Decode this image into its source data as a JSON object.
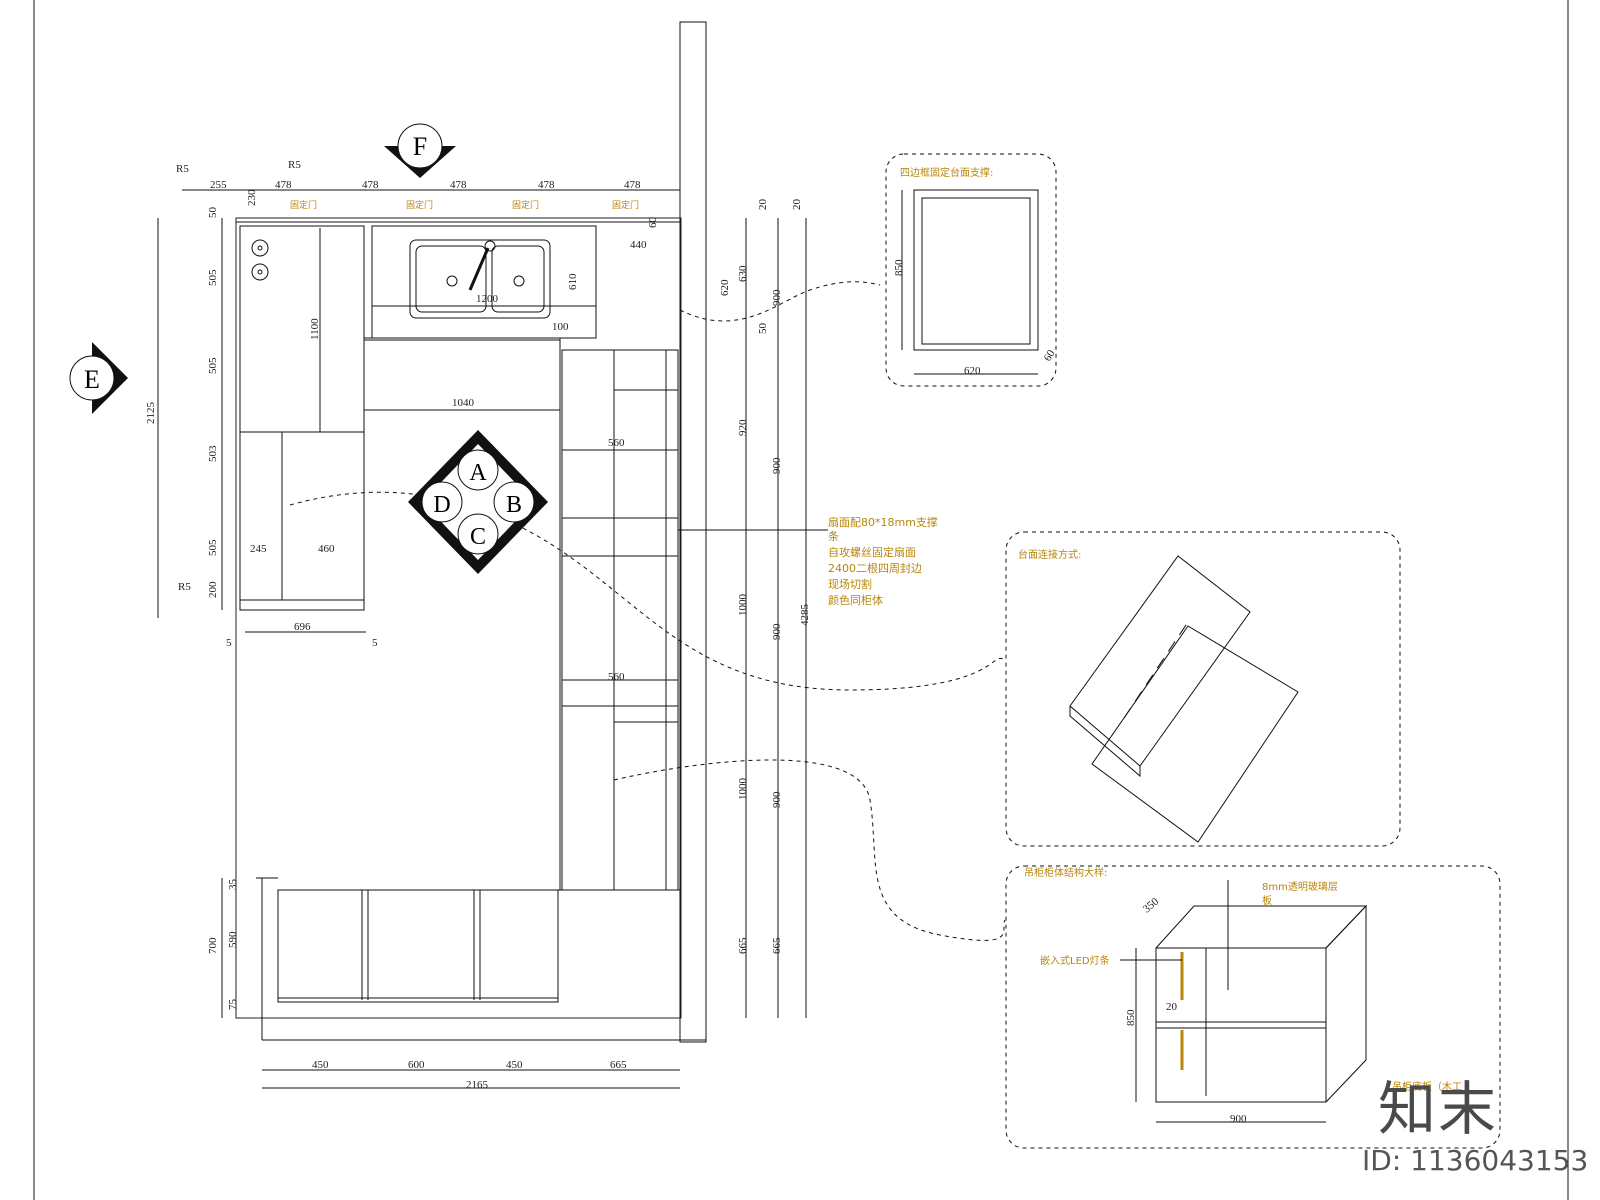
{
  "markers": {
    "F": "F",
    "E": "E",
    "A": "A",
    "B": "B",
    "C": "C",
    "D": "D"
  },
  "fixed_label": "固定门",
  "top_dims": [
    "255",
    "230",
    "478",
    "478",
    "478",
    "478",
    "478"
  ],
  "r5": "R5",
  "left_dims": [
    "50",
    "505",
    "505",
    "503",
    "505",
    "200"
  ],
  "left_total": "2125",
  "inner_dims": {
    "d1100": "1100",
    "d1200": "1200",
    "d610": "610",
    "d440": "440",
    "d100": "100",
    "d60": "60",
    "d1040": "1040",
    "d560a": "560",
    "d560b": "560",
    "d245": "245",
    "d460": "460",
    "d696": "696",
    "d5": "5"
  },
  "right_dims_col1": [
    "20",
    "620",
    "50",
    "920",
    "1000",
    "1000",
    "665"
  ],
  "right_dims_col2": [
    "20",
    "630",
    "900",
    "900",
    "900",
    "900",
    "665"
  ],
  "right_total": "4285",
  "bottom_left_dims": [
    "35",
    "590",
    "75"
  ],
  "bottom_left_total": "700",
  "bottom_dims": [
    "450",
    "600",
    "450",
    "665"
  ],
  "bottom_total": "2165",
  "note_lines": [
    "扇面配80*18mm支撑",
    "条",
    "自攻螺丝固定扇面",
    "2400二根四周封边",
    "现场切割",
    "颜色同柜体"
  ],
  "detail1": {
    "title": "四边框固定台面支撑:",
    "h": "850",
    "w": "620",
    "t": "60"
  },
  "detail2": {
    "title": "台面连接方式:"
  },
  "detail3": {
    "title": "吊柜柜体结构大样:",
    "glass": "8mm透明玻璃层",
    "glass2": "板",
    "led": "嵌入式LED灯条",
    "d350": "350",
    "d20": "20",
    "d850": "850",
    "d900": "900",
    "bottom": "吊柜底板（木工"
  },
  "watermark": "知末",
  "image_id": "ID: 1136043153"
}
